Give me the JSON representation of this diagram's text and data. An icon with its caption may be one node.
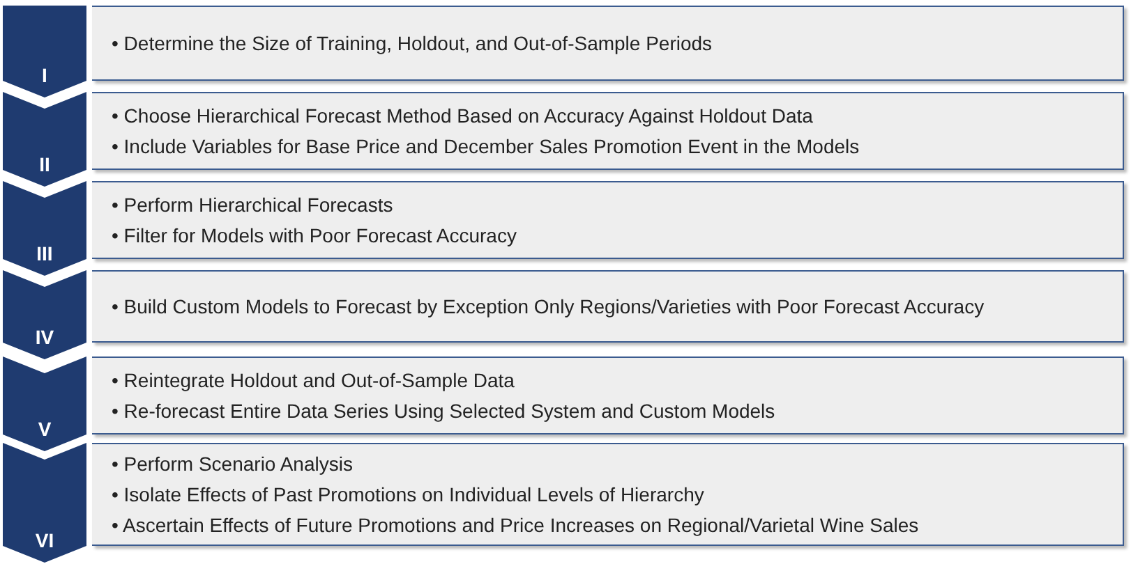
{
  "diagram": {
    "nodes": [
      {
        "text": [
          "I"
        ]
      },
      {
        "text": [
          "• Determine the Size of Training, Holdout, and Out-of-Sample Periods"
        ]
      },
      {
        "text": [
          "II"
        ]
      },
      {
        "text": [
          "• Choose Hierarchical Forecast Method Based on Accuracy Against Holdout Data",
          "• Include Variables for Base Price and December Sales Promotion Event in the Models"
        ]
      },
      {
        "text": [
          "III"
        ]
      },
      {
        "text": [
          "• Perform Hierarchical Forecasts",
          "• Filter for Models with Poor Forecast Accuracy"
        ]
      },
      {
        "text": [
          "IV"
        ]
      },
      {
        "text": [
          "• Build Custom Models to Forecast by Exception Only Regions/Varieties with Poor Forecast Accuracy"
        ]
      },
      {
        "text": [
          "V"
        ]
      },
      {
        "text": [
          "• Reintegrate Holdout and Out-of-Sample Data",
          "• Re-forecast Entire Data Series Using Selected System and Custom Models"
        ]
      },
      {
        "text": [
          "VI"
        ]
      },
      {
        "text": [
          "• Perform Scenario Analysis",
          "• Isolate Effects of Past Promotions on Individual Levels of Hierarchy",
          "• Ascertain Effects of Future Promotions and Price Increases on Regional/Varietal Wine Sales"
        ]
      }
    ],
    "edges": []
  }
}
